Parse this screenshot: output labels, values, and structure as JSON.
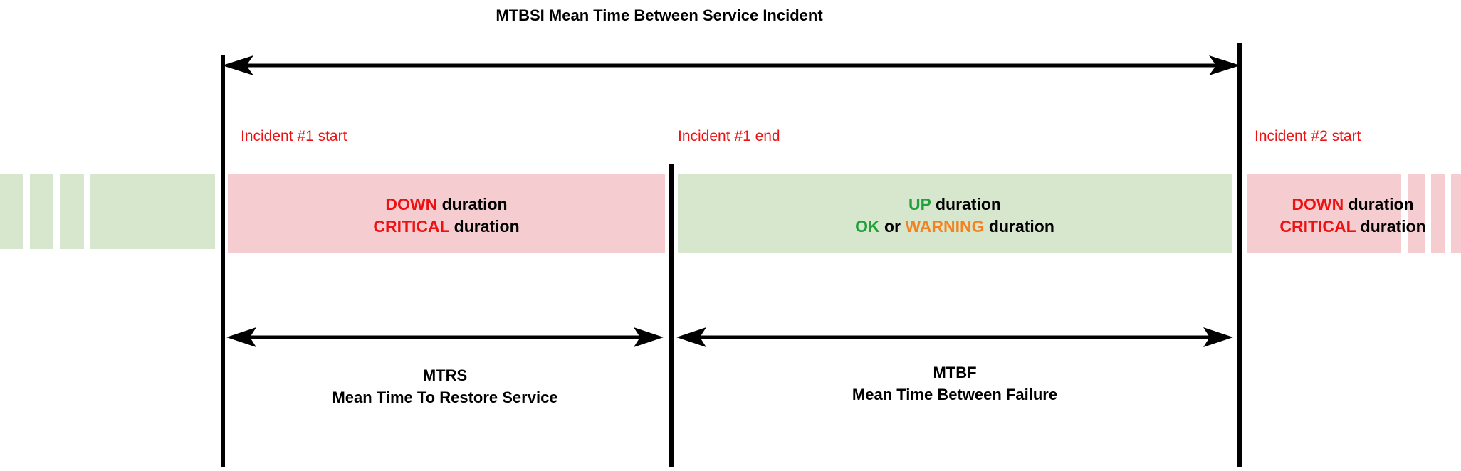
{
  "diagram": {
    "title": {
      "abbr": "MTBSI",
      "full": "Mean Time Between Service Incident"
    },
    "markers": [
      {
        "name": "incident-1-start",
        "label": "Incident #1 start"
      },
      {
        "name": "incident-1-end",
        "label": "Incident #1 end"
      },
      {
        "name": "incident-2-start",
        "label": "Incident #2 start"
      }
    ],
    "bands": [
      {
        "name": "down-band-left",
        "state": "down",
        "line1_keyword": "DOWN",
        "line1_rest": " duration",
        "line2_keyword": "CRITICAL",
        "line2_rest": " duration"
      },
      {
        "name": "up-band-middle",
        "state": "up",
        "line1_keyword": "UP",
        "line1_rest": " duration",
        "line2_keyword_a": "OK",
        "line2_middle": " or ",
        "line2_keyword_b": "WARNING",
        "line2_rest": " duration"
      },
      {
        "name": "down-band-right",
        "state": "down",
        "line1_keyword": "DOWN",
        "line1_rest": " duration",
        "line2_keyword": "CRITICAL",
        "line2_rest": " duration"
      }
    ],
    "metrics": [
      {
        "name": "mtrs",
        "abbr": "MTRS",
        "full": "Mean Time To Restore Service"
      },
      {
        "name": "mtbf",
        "abbr": "MTBF",
        "full": "Mean Time Between Failure"
      }
    ],
    "colors": {
      "down_text": "#ee1111",
      "up_text": "#22a03c",
      "warning_text": "#f58220",
      "band_red": "#f5cdd0",
      "band_green": "#d7e7cd",
      "marker_text": "#ee1111",
      "line": "#000000"
    }
  }
}
